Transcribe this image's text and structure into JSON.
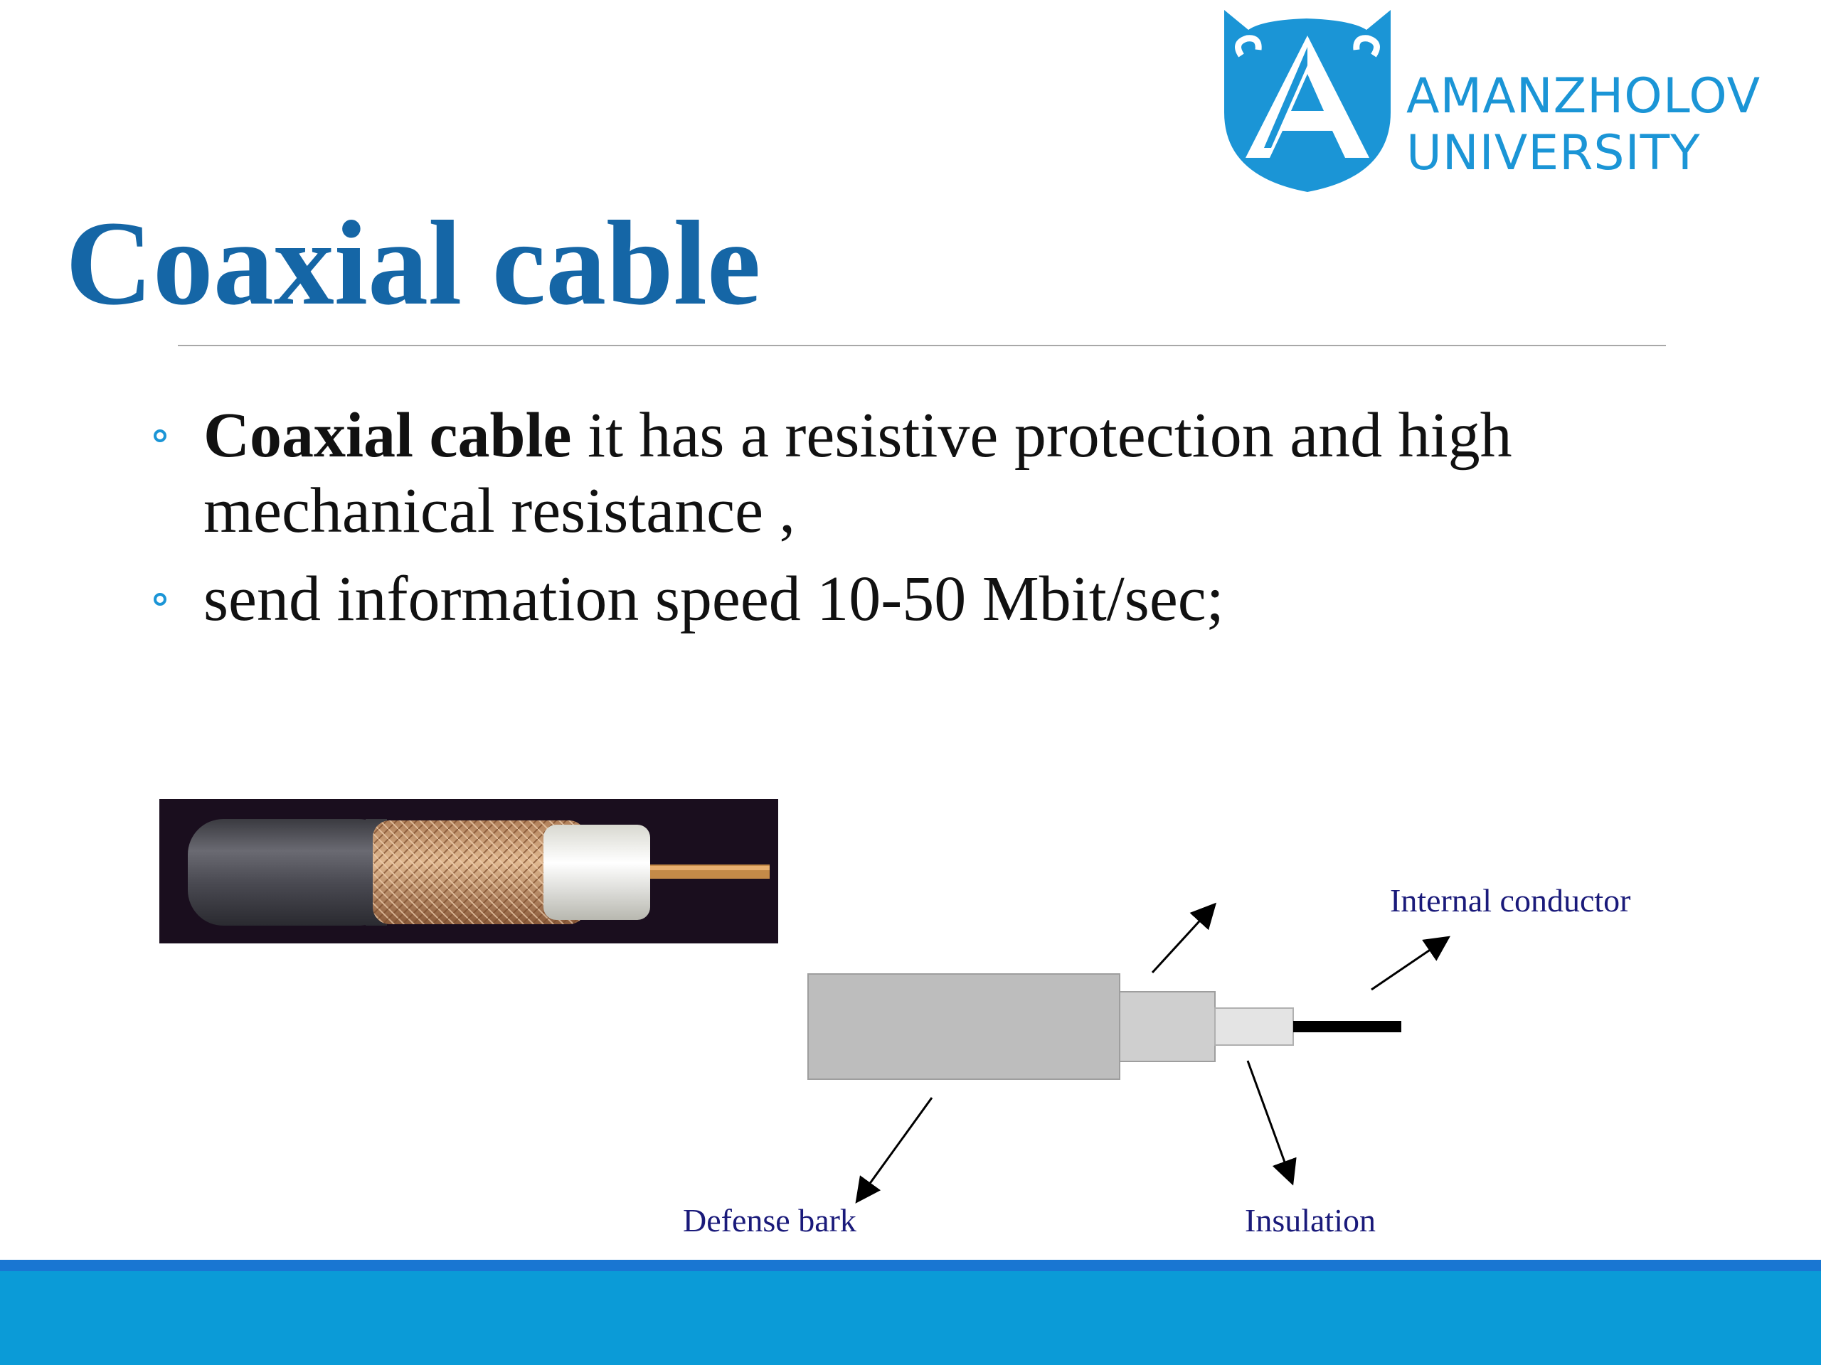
{
  "logo": {
    "line1": "AMANZHOLOV",
    "line2": "UNIVERSITY",
    "color": "#1b95d6"
  },
  "title": "Coaxial cable",
  "bullets": [
    {
      "bold": "Coaxial cable",
      "text": "  it has a resistive protection and high mechanical resistance ,"
    },
    {
      "bold": "",
      "text": "send information speed  10-50 Mbit/sec;"
    }
  ],
  "diagram": {
    "labels": {
      "internal_conductor": "Internal conductor",
      "defense_bark": "Defense bark",
      "insulation": "Insulation"
    }
  },
  "colors": {
    "title": "#1566a6",
    "accent": "#1b95d6",
    "footer": "#0b9bd7",
    "footer_line": "#1976d2",
    "label": "#1a1a7a"
  }
}
